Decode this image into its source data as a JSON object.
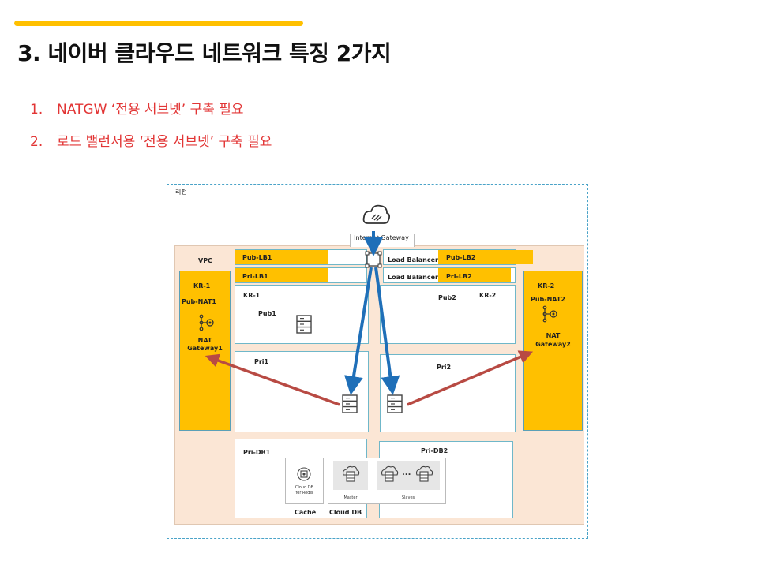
{
  "slide": {
    "title": "3. 네이버 클라우드 네트워크 특징 2가지",
    "items": [
      {
        "num": "1.",
        "text": "NATGW ‘전용 서브넷’ 구축 필요"
      },
      {
        "num": "2.",
        "text": "로드 밸런서용 ‘전용 서브넷’ 구축 필요"
      }
    ],
    "accent_color": "#ffc000",
    "list_color": "#e23535"
  },
  "diagram": {
    "region_label": "리전",
    "igw_label": "Internet Gateway",
    "vpc_label": "VPC",
    "kr1": {
      "zone": "KR-1",
      "pub_nat": "Pub-NAT1",
      "nat_label_1": "NAT",
      "nat_label_2": "Gateway1",
      "subnet_zone": "KR-1"
    },
    "kr2": {
      "zone": "KR-2",
      "pub_nat": "Pub-NAT2",
      "nat_label_1": "NAT",
      "nat_label_2": "Gateway2",
      "subnet_zone": "KR-2"
    },
    "lb_subnets": {
      "pub_lb1": "Pub-LB1",
      "pri_lb1": "Pri-LB1",
      "pub_lb2": "Pub-LB2",
      "pri_lb2": "Pri-LB2",
      "lb_label": "Load Balancer"
    },
    "subnets": {
      "pub1": "Pub1",
      "pub2": "Pub2",
      "pri1": "Pri1",
      "pri2": "Pri2",
      "pri_db1": "Pri-DB1",
      "pri_db2": "Pri-DB2"
    },
    "db": {
      "redis_1": "Cloud DB",
      "redis_2": "for Redis",
      "master": "Master",
      "slaves": "Slaves",
      "ellipsis": "...",
      "cache": "Cache",
      "cloud_db": "Cloud DB"
    },
    "colors": {
      "zone": "#ffc000",
      "arrow_blue": "#1f6fb8",
      "arrow_red": "#b84a43",
      "vpc_bg": "#fbe6d5",
      "subnet_border": "#6fb7c9"
    }
  }
}
